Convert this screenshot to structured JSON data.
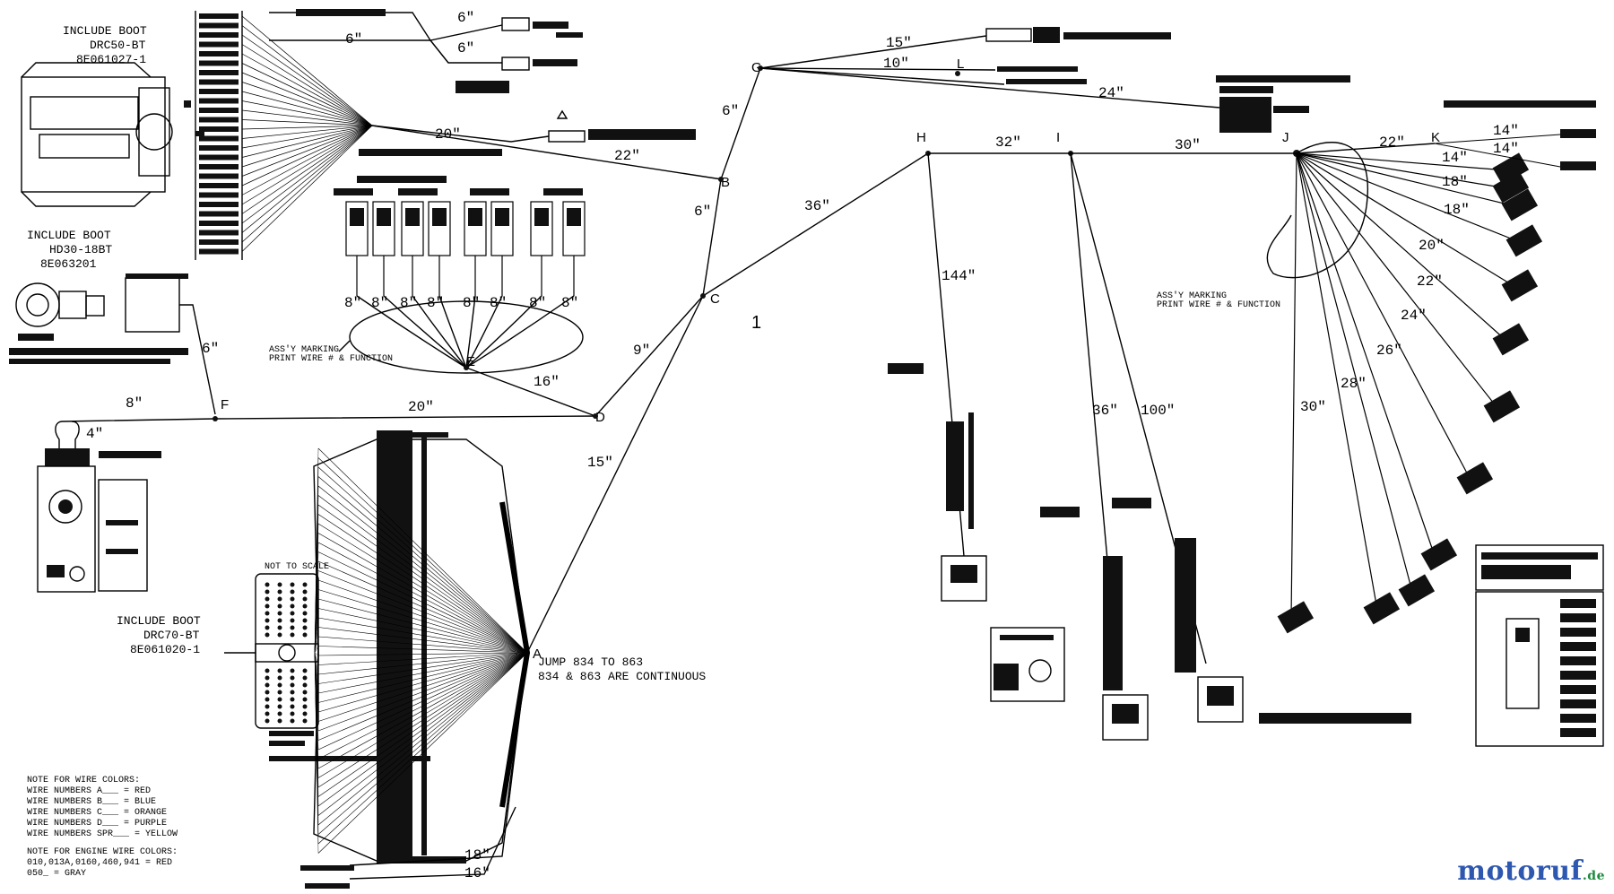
{
  "boot_labels": {
    "top_left": [
      "INCLUDE BOOT",
      "DRC50-BT",
      "8E061027-1"
    ],
    "mid_left": [
      "INCLUDE BOOT",
      "HD30-18BT",
      "8E063201"
    ],
    "bottom": [
      "INCLUDE BOOT",
      "DRC70-BT",
      "8E061020-1"
    ]
  },
  "nodes": [
    "A",
    "B",
    "C",
    "D",
    "E",
    "F",
    "G",
    "H",
    "I",
    "J",
    "K",
    "L"
  ],
  "lengths": {
    "top1": "6\"",
    "top2": "6\"",
    "top3": "6\"",
    "mid20": "20\"",
    "mid22": "22\"",
    "g15": "15\"",
    "g10": "10\"",
    "g24": "24\"",
    "gb": "6\"",
    "bc": "6\"",
    "c36": "36\"",
    "cd": "9\"",
    "ed": "16\"",
    "c15": "15\"",
    "e_drops": [
      "8\"",
      "8\"",
      "8\"",
      "8\"",
      "8\"",
      "8\"",
      "8\"",
      "8\""
    ],
    "left6": "6\"",
    "f8": "8\"",
    "f20": "20\"",
    "f4": "4\"",
    "h32": "32\"",
    "i30": "30\"",
    "j22": "22\"",
    "h144": "144\"",
    "i36": "36\"",
    "i100": "100\"",
    "j30": "30\"",
    "j28": "28\"",
    "j26": "26\"",
    "j24": "24\"",
    "j22b": "22\"",
    "j20": "20\"",
    "j18a": "18\"",
    "j18b": "18\"",
    "j14a": "14\"",
    "k14a": "14\"",
    "k14b": "14\"",
    "bot18": "18\"",
    "bot16": "16\""
  },
  "jump_note": [
    "JUMP 834 TO 863",
    "834 & 863 ARE CONTINUOUS"
  ],
  "sheet_number": "1",
  "not_to_scale": "NOT TO SCALE",
  "wire_color_note": {
    "title": "NOTE FOR WIRE COLORS:",
    "lines": [
      "WIRE NUMBERS A___ = RED",
      "WIRE NUMBERS B___ = BLUE",
      "WIRE NUMBERS C___ = ORANGE",
      "WIRE NUMBERS D___ = PURPLE",
      "WIRE NUMBERS SPR___ = YELLOW"
    ]
  },
  "engine_color_note": {
    "title": "NOTE FOR ENGINE WIRE COLORS:",
    "lines": [
      "010,013A,0160,460,941 = RED",
      "050_ = GRAY"
    ]
  },
  "watermark": {
    "brand": "motoruf",
    "tld": ".de",
    "colors": {
      "brand": "#2e58b0",
      "tld": "#1c8a3c",
      "accent": "#e08a1a"
    }
  }
}
